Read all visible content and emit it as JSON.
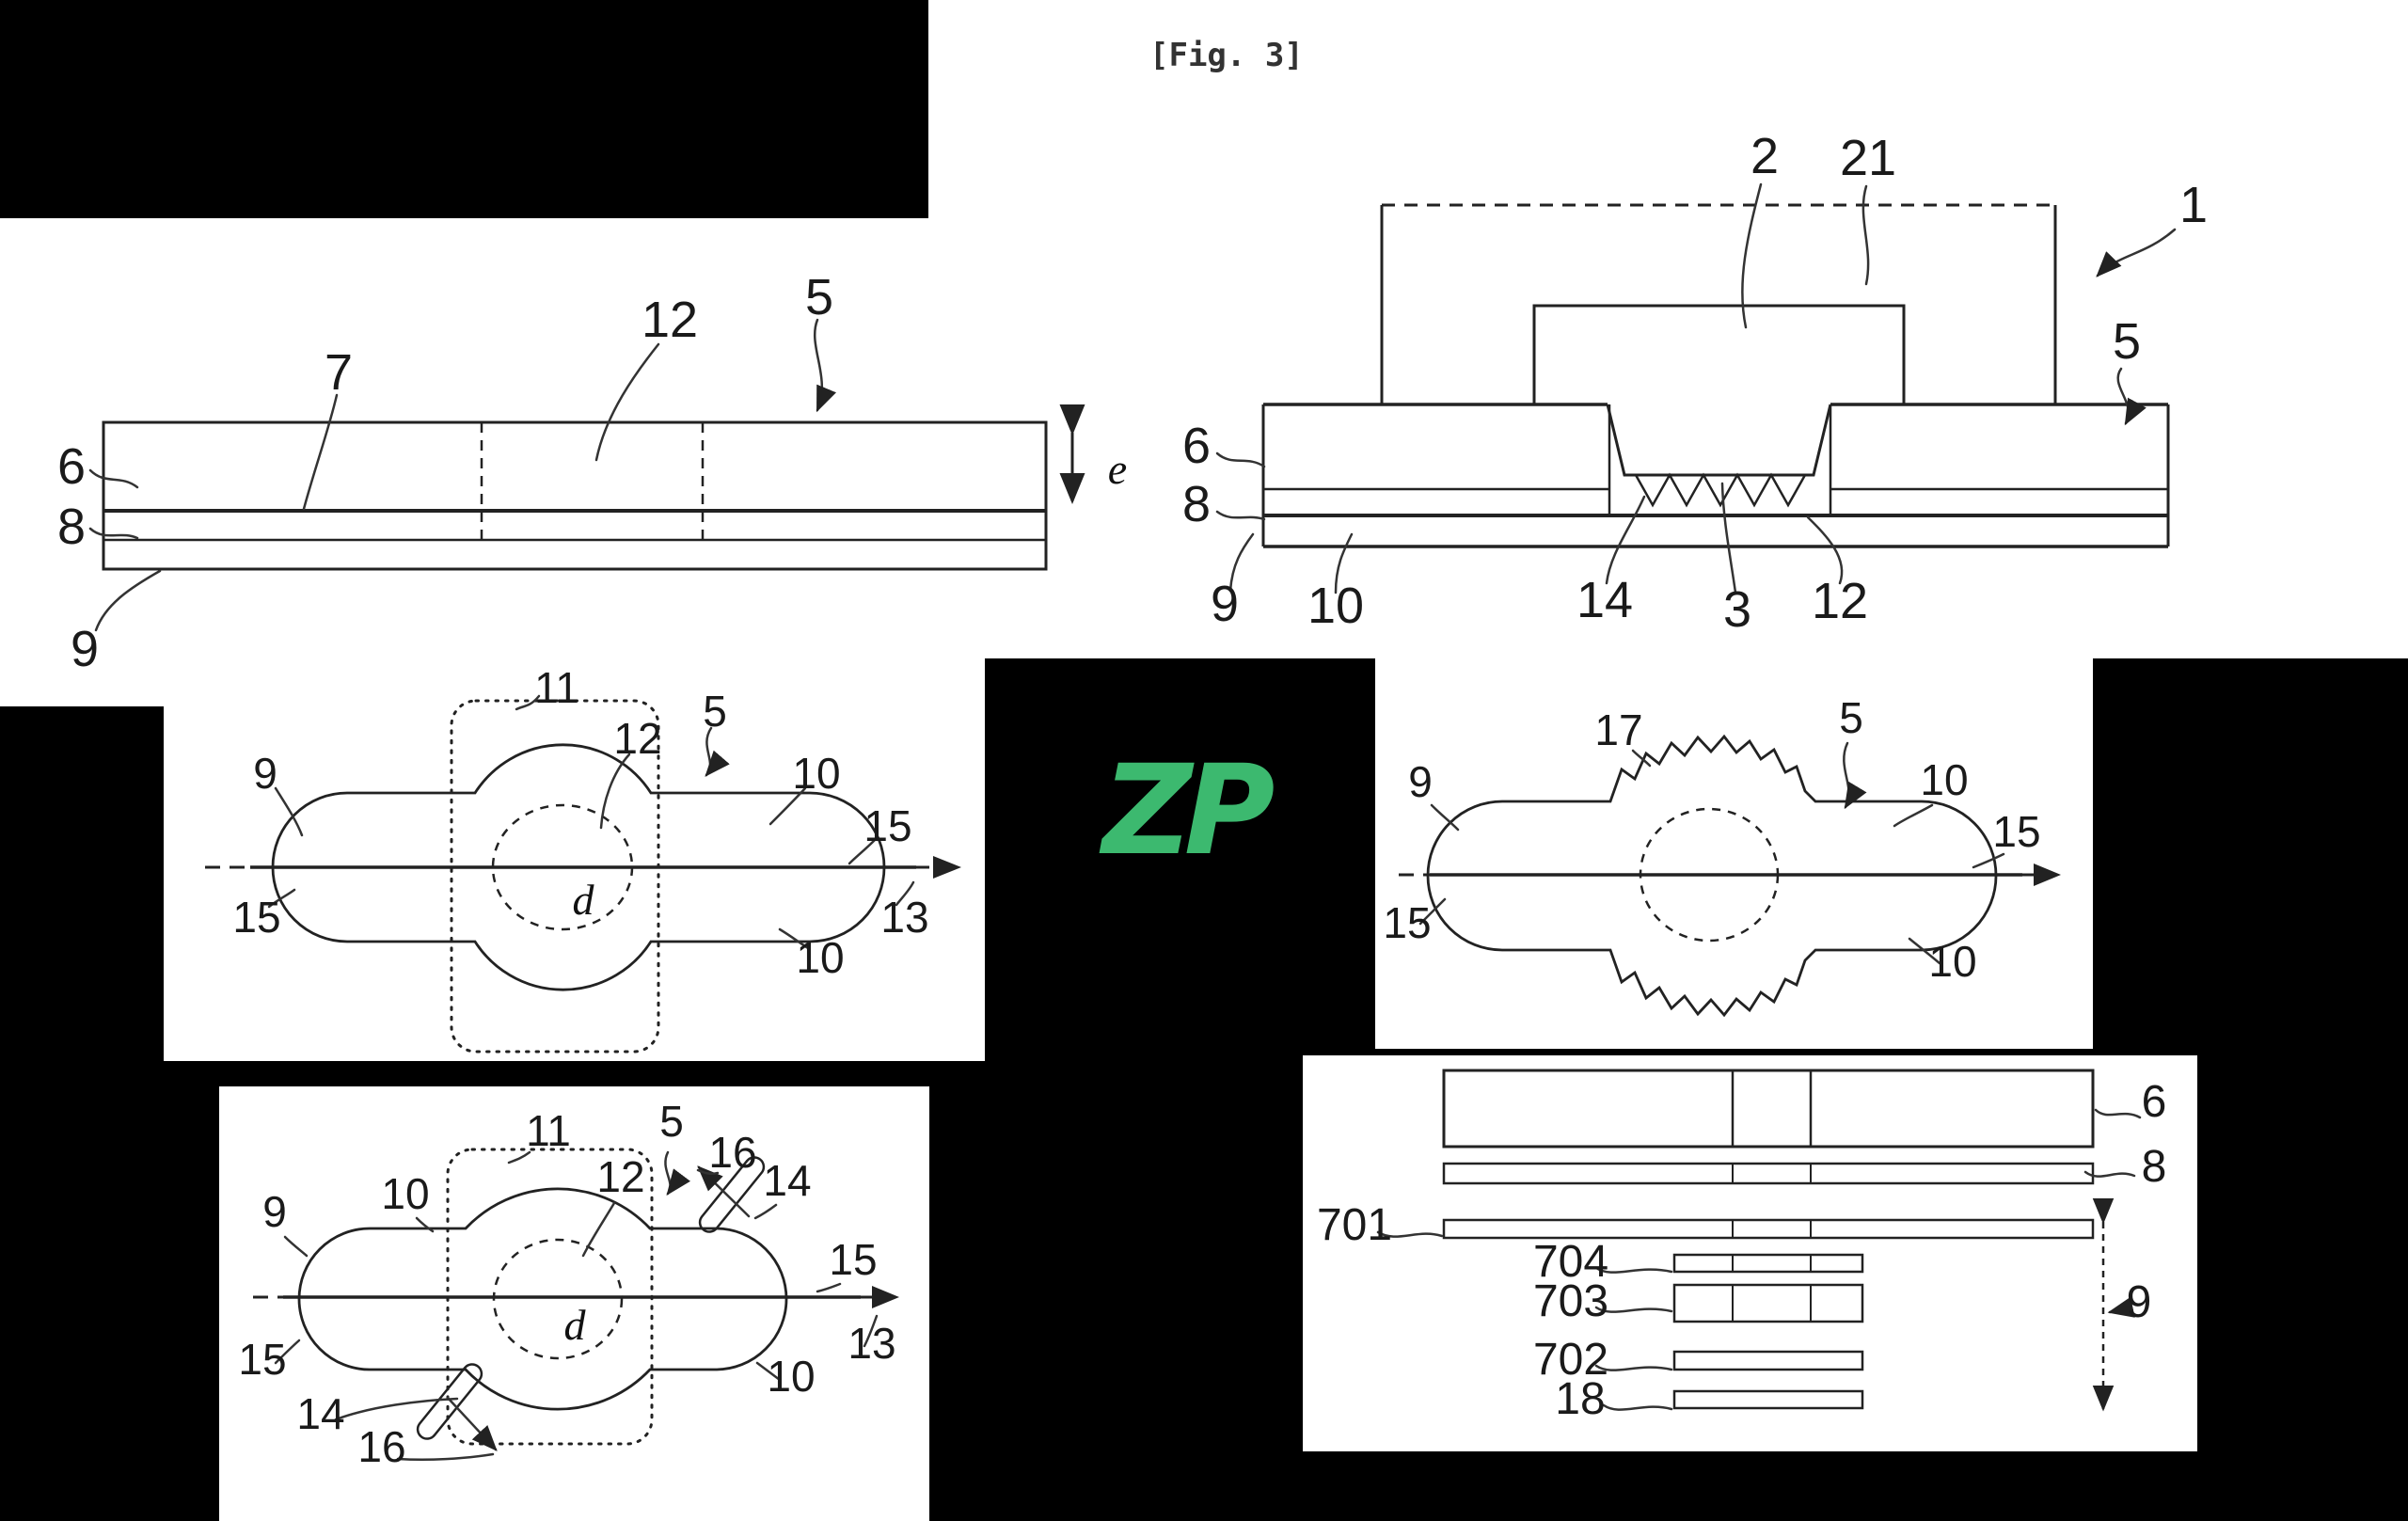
{
  "page": {
    "caption": "[Fig. 3]",
    "background": "#000000",
    "panel_color": "#ffffff"
  },
  "logo": {
    "text": "ZP",
    "color": "#3cb96f"
  },
  "fig_left_section": {
    "labels": {
      "n6": "6",
      "n7": "7",
      "n8": "8",
      "n9": "9",
      "n12": "12",
      "n5": "5",
      "dim_e": "e"
    }
  },
  "fig3_section": {
    "labels": {
      "n1": "1",
      "n2": "2",
      "n21": "21",
      "n5": "5",
      "n6": "6",
      "n8": "8",
      "n9": "9",
      "n10": "10",
      "n14": "14",
      "n3": "3",
      "n12": "12"
    }
  },
  "plan_round": {
    "labels": {
      "n11": "11",
      "n5": "5",
      "n12": "12",
      "n9": "9",
      "n10_top": "10",
      "n15_right": "15",
      "n13": "13",
      "n15_left": "15",
      "n10_bottom": "10",
      "dim_d": "d"
    }
  },
  "plan_serrated": {
    "labels": {
      "n17": "17",
      "n5": "5",
      "n9": "9",
      "n10_top": "10",
      "n15_right": "15",
      "n15_left": "15",
      "n10_bottom": "10"
    }
  },
  "plan_tabs": {
    "labels": {
      "n11": "11",
      "n5": "5",
      "n16_top": "16",
      "n14_top": "14",
      "n12": "12",
      "n10_top": "10",
      "n9": "9",
      "n15_right": "15",
      "n13": "13",
      "n15_left": "15",
      "n14_bottom": "14",
      "n16_bottom": "16",
      "n10_bottom": "10",
      "dim_d": "d"
    }
  },
  "exploded": {
    "labels": {
      "n6": "6",
      "n8": "8",
      "n701": "701",
      "n704": "704",
      "n703": "703",
      "n702": "702",
      "n18": "18",
      "n9": "9"
    }
  }
}
